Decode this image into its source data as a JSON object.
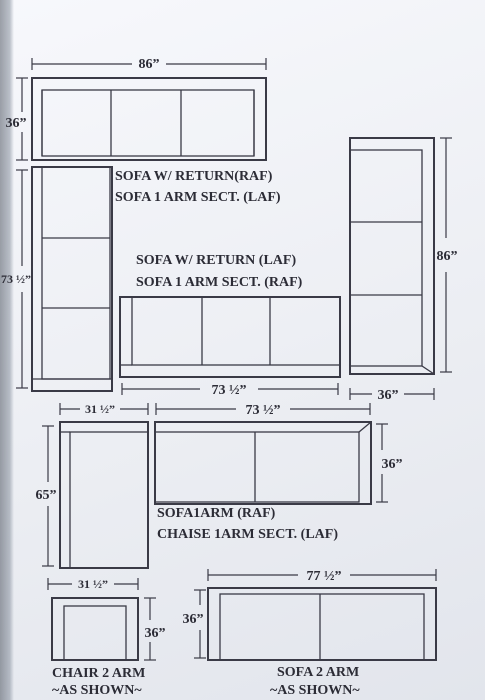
{
  "diagram": {
    "pieces": [
      {
        "id": "top-sofa",
        "dims": {
          "width": "86”",
          "depth": "36”"
        }
      },
      {
        "id": "left-section",
        "dims": {
          "length": "73 ½”"
        }
      },
      {
        "id": "right-section",
        "dims": {
          "length": "86”",
          "depth": "36”"
        }
      },
      {
        "id": "middle-sofa",
        "dims": {
          "width": "73 ½”"
        }
      },
      {
        "id": "chaise",
        "dims": {
          "width": "31 ½”",
          "length": "65”"
        }
      },
      {
        "id": "sofa-1-arm",
        "dims": {
          "width": "73 ½”",
          "depth": "36”"
        }
      },
      {
        "id": "chair-2-arm",
        "dims": {
          "width": "31 ½”",
          "depth": "36”"
        }
      },
      {
        "id": "sofa-2-arm",
        "dims": {
          "width": "77 ½”",
          "depth": "36”"
        }
      }
    ],
    "labels": {
      "sofa_return_raf": "SOFA W/ RETURN(RAF)",
      "sofa_1arm_sect_laf": "SOFA 1 ARM SECT. (LAF)",
      "sofa_return_laf": "SOFA W/ RETURN (LAF)",
      "sofa_1arm_sect_raf": "SOFA 1 ARM SECT. (RAF)",
      "sofa_1arm_raf": "SOFA1ARM (RAF)",
      "chaise_1arm_sect_laf": "CHAISE 1ARM SECT. (LAF)",
      "chair_2arm": "CHAIR 2 ARM",
      "chair_as_shown": "~AS SHOWN~",
      "sofa_2arm": "SOFA 2 ARM",
      "sofa_as_shown": "~AS SHOWN~"
    }
  }
}
